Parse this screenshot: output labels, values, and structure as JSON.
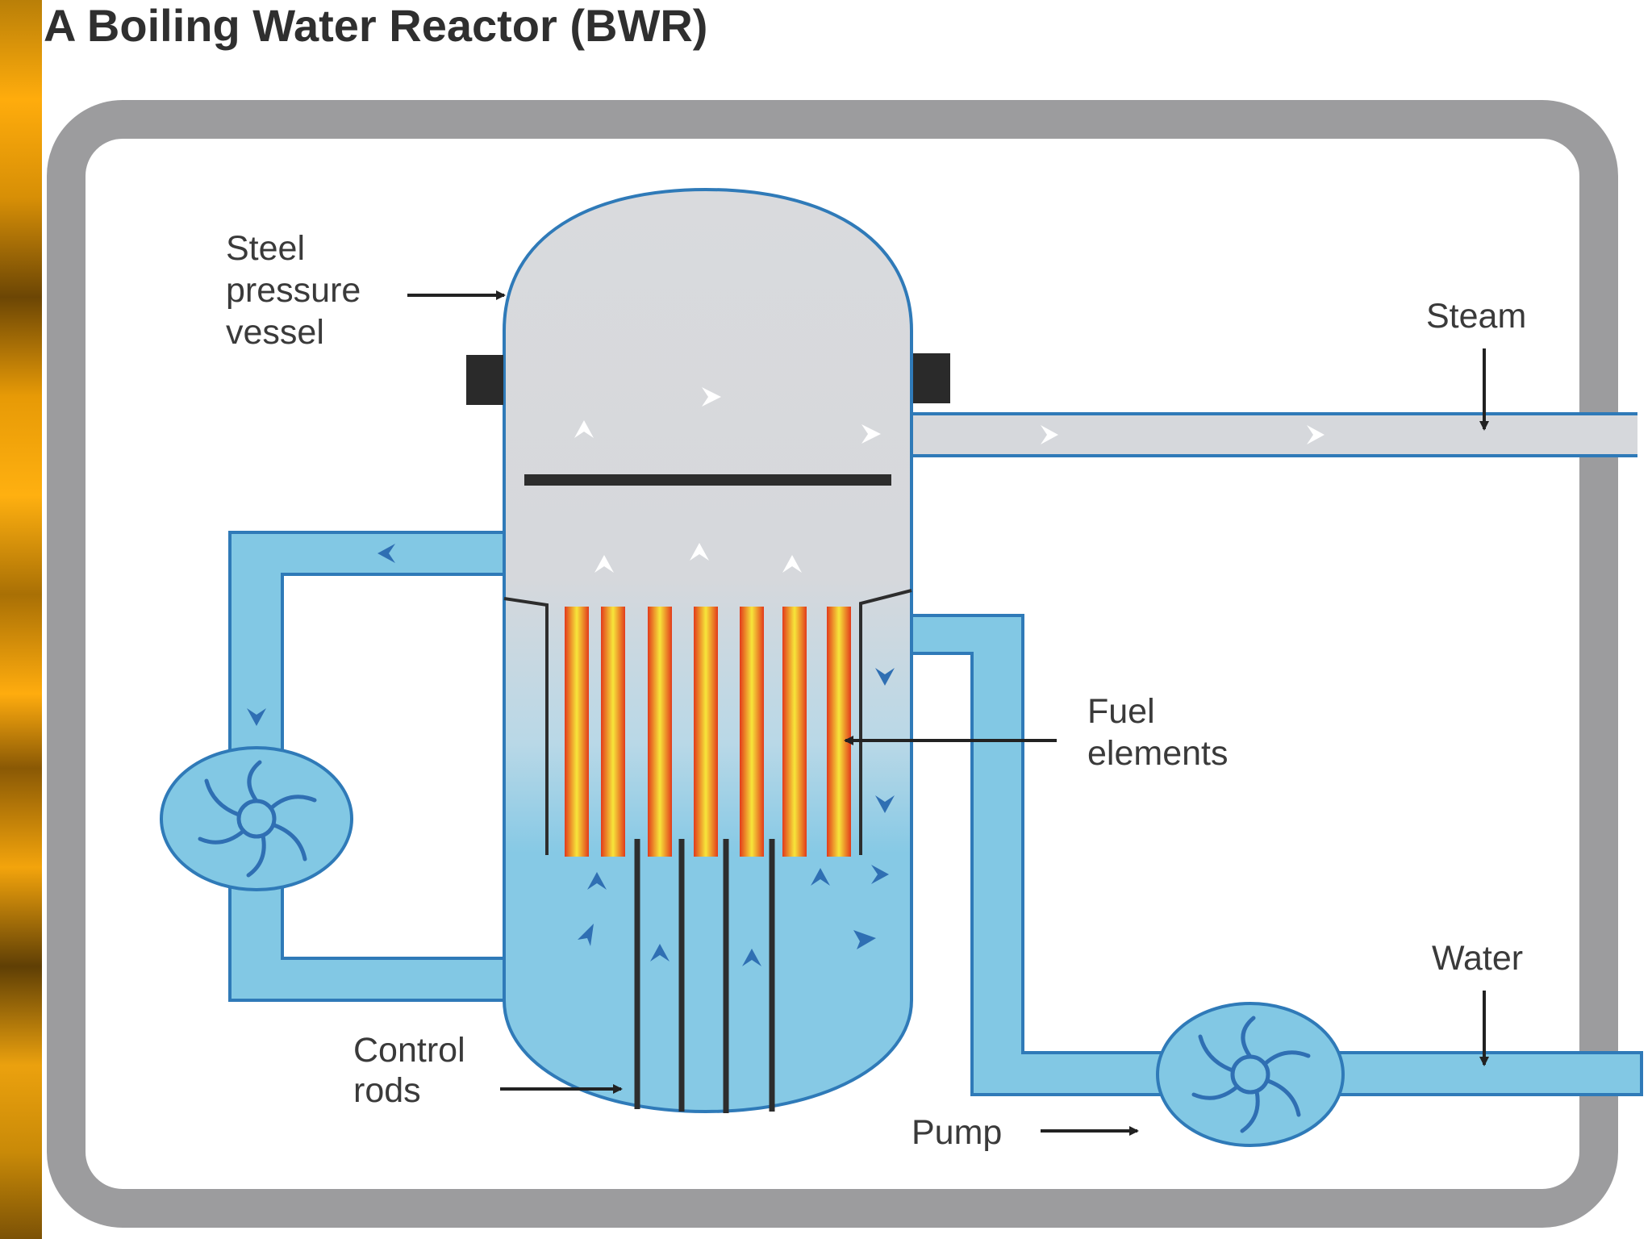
{
  "title": "A Boiling Water Reactor (BWR)",
  "labels": {
    "steel_pressure_vessel": [
      "Steel",
      "pressure",
      "vessel"
    ],
    "steam": "Steam",
    "fuel_elements": [
      "Fuel",
      "elements"
    ],
    "water": "Water",
    "control_rods": [
      "Control",
      "rods"
    ],
    "pump": "Pump"
  },
  "colors": {
    "water_pipe": "#82c8e4",
    "pipe_outline": "#2f7ab8",
    "steam": "#d6d8dc",
    "fuel_hot": "#f5e83a",
    "fuel_edge": "#e03b1c",
    "frame": "#9c9c9e",
    "accent_bar": "#ffac0c"
  }
}
